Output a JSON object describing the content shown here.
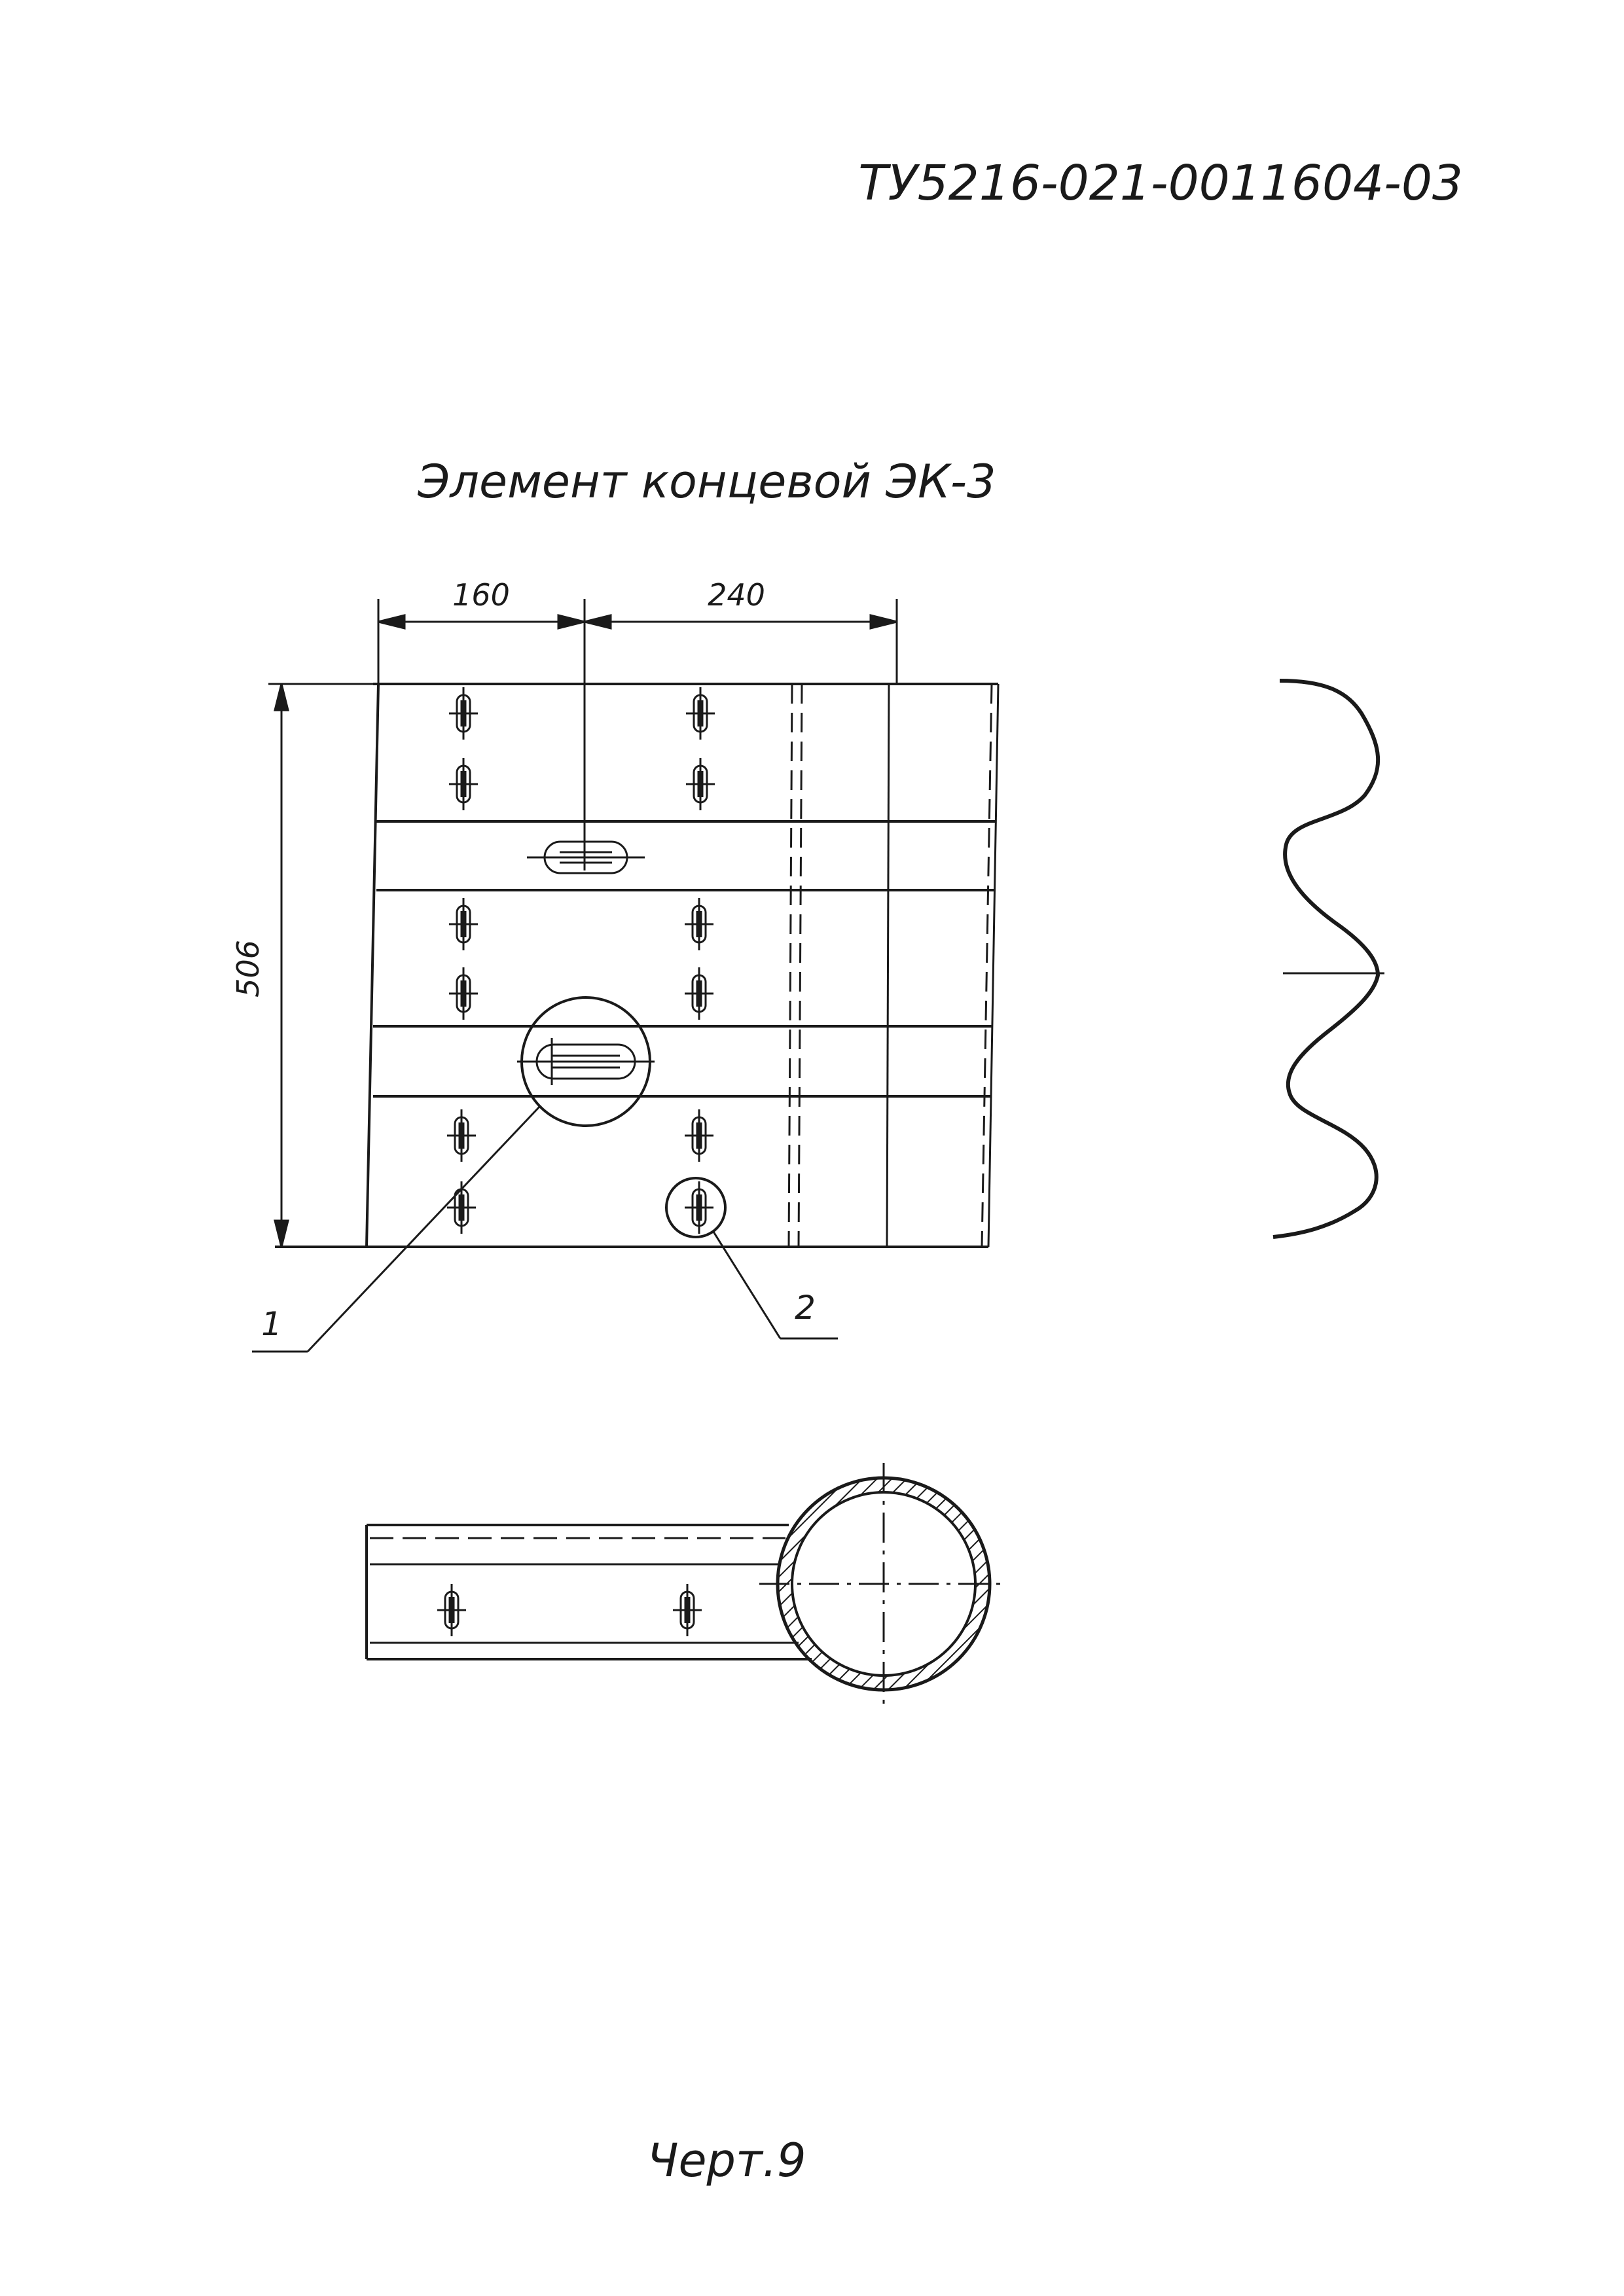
{
  "header": {
    "doc_code": "ТУ5216-021-0011604-03"
  },
  "drawing": {
    "title": "Элемент концевой ЭК-3",
    "dimensions": {
      "left_width": "160",
      "right_width": "240",
      "height": "506"
    },
    "callouts": [
      {
        "label": "1"
      },
      {
        "label": "2"
      }
    ]
  },
  "footer": {
    "sheet_label": "Черт.9"
  }
}
